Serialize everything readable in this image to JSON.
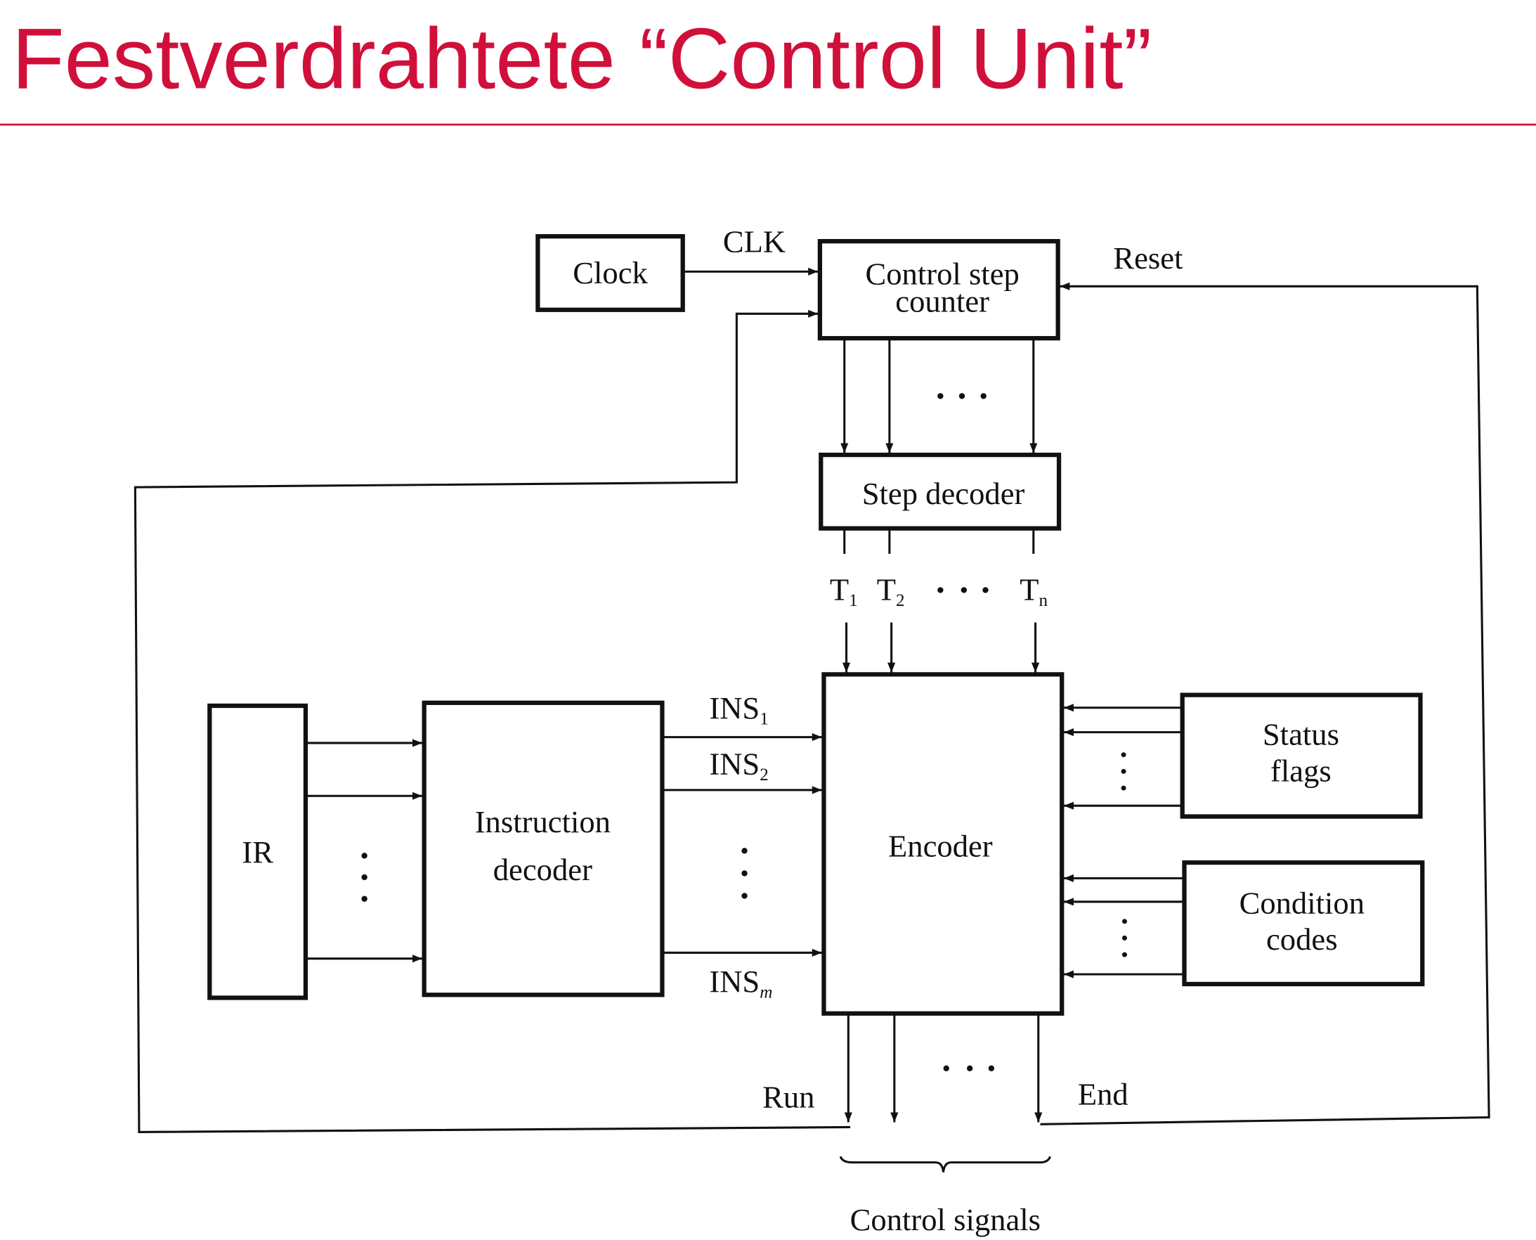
{
  "title": "Festverdrahtete “Control Unit”",
  "accent_color": "#d0103a",
  "diagram": {
    "blocks": {
      "clock": "Clock",
      "counter_line1": "Control step",
      "counter_line2": "counter",
      "step_decoder": "Step decoder",
      "encoder": "Encoder",
      "ir": "IR",
      "instr_line1": "Instruction",
      "instr_line2": "decoder",
      "status_line1": "Status",
      "status_line2": "flags",
      "cond_line1": "Condition",
      "cond_line2": "codes"
    },
    "signals": {
      "clk": "CLK",
      "reset": "Reset",
      "t1": "T",
      "t1_sub": "1",
      "t2": "T",
      "t2_sub": "2",
      "tn": "T",
      "tn_sub": "n",
      "ins1": "INS",
      "ins1_sub": "1",
      "ins2": "INS",
      "ins2_sub": "2",
      "insm": "INS",
      "insm_sub": "m",
      "run": "Run",
      "end": "End",
      "control_signals": "Control signals"
    }
  }
}
